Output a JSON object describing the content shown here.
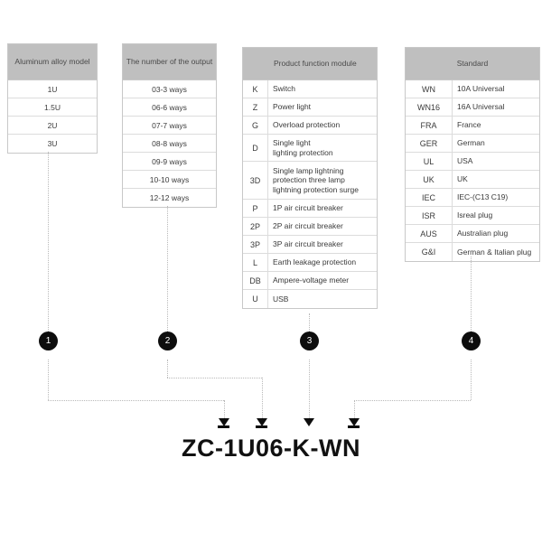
{
  "columns": [
    {
      "id": "aluminum-alloy-model",
      "header": "Aluminum alloy\nmodel",
      "layout": "single",
      "rows": [
        {
          "value": "1U"
        },
        {
          "value": "1.5U"
        },
        {
          "value": "2U"
        },
        {
          "value": "3U"
        }
      ]
    },
    {
      "id": "number-of-output",
      "header": "The number\nof the output",
      "layout": "single",
      "rows": [
        {
          "value": "03-3 ways"
        },
        {
          "value": "06-6 ways"
        },
        {
          "value": "07-7 ways"
        },
        {
          "value": "08-8 ways"
        },
        {
          "value": "09-9 ways"
        },
        {
          "value": "10-10 ways"
        },
        {
          "value": "12-12 ways"
        }
      ]
    },
    {
      "id": "product-function-module",
      "header": "Product  function\nmodule",
      "layout": "code-desc",
      "rows": [
        {
          "code": "K",
          "desc": "Switch",
          "height": 20
        },
        {
          "code": "Z",
          "desc": "Power light",
          "height": 20
        },
        {
          "code": "G",
          "desc": "Overload protection",
          "height": 20
        },
        {
          "code": "D",
          "desc": "Single light\nlighting protection",
          "height": 30
        },
        {
          "code": "3D",
          "desc": "Single lamp lightning\nprotection three lamp\nlightning protection surge",
          "height": 42
        },
        {
          "code": "P",
          "desc": "1P air circuit breaker",
          "height": 20
        },
        {
          "code": "2P",
          "desc": "2P air circuit breaker",
          "height": 20
        },
        {
          "code": "3P",
          "desc": "3P air circuit breaker",
          "height": 20
        },
        {
          "code": "L",
          "desc": "Earth leakage protection",
          "height": 20
        },
        {
          "code": "DB",
          "desc": "Ampere-voltage meter",
          "height": 20
        },
        {
          "code": "U",
          "desc": "USB",
          "height": 20
        }
      ]
    },
    {
      "id": "standard",
      "header": "Standard",
      "layout": "code-desc",
      "rows": [
        {
          "code": "WN",
          "desc": "10A Universal",
          "height": 20
        },
        {
          "code": "WN16",
          "desc": "16A Universal",
          "height": 20
        },
        {
          "code": "FRA",
          "desc": "France",
          "height": 20
        },
        {
          "code": "GER",
          "desc": "German",
          "height": 20
        },
        {
          "code": "UL",
          "desc": "USA",
          "height": 20
        },
        {
          "code": "UK",
          "desc": "UK",
          "height": 20
        },
        {
          "code": "IEC",
          "desc": "IEC-(C13 C19)",
          "height": 20
        },
        {
          "code": "ISR",
          "desc": "Isreal plug",
          "height": 20
        },
        {
          "code": "AUS",
          "desc": "Australian plug",
          "height": 20
        },
        {
          "code": "G&I",
          "desc": "German & Italian plug",
          "height": 20
        }
      ]
    }
  ],
  "markers": [
    {
      "label": "1"
    },
    {
      "label": "2"
    },
    {
      "label": "3"
    },
    {
      "label": "4"
    }
  ],
  "result": {
    "code": "ZC-1U06-K-WN"
  },
  "colors": {
    "header_gray": "#bfbfbf",
    "marker_black": "#0d0d0d",
    "connector_gray": "#b9b9b9",
    "border_gray": "#c8c8c8"
  }
}
